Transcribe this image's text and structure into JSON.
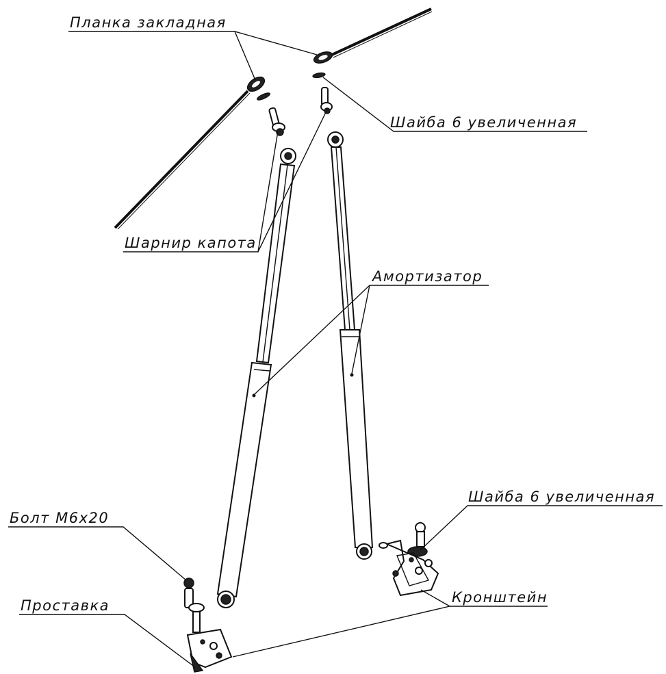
{
  "labels": {
    "planka": "Планка закладная",
    "shaiba_top": "Шайба 6 увеличенная",
    "sharnir": "Шарнир капота",
    "amortizator": "Амортизатор",
    "shaiba_bottom": "Шайба 6 увеличенная",
    "bolt": "Болт М6х20",
    "prostavka": "Проставка",
    "kronshtein": "Кронштейн"
  },
  "colors": {
    "ink": "#111111",
    "paper": "#ffffff"
  }
}
